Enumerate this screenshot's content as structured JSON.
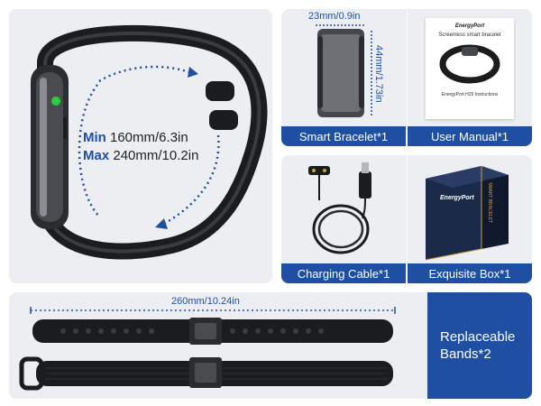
{
  "main": {
    "min_label": "Min",
    "min_value": "160mm/6.3in",
    "max_label": "Max",
    "max_value": "240mm/10.2in"
  },
  "bracelet": {
    "width_dim": "23mm/0.9in",
    "height_dim": "44mm/1.73in",
    "label": "Smart Bracelet*1"
  },
  "manual": {
    "brand": "EnergyPort",
    "subtitle": "Screenless smart bracelet",
    "footer": "EnergyPort H29 Instructions",
    "label": "User Manual*1"
  },
  "cable": {
    "label": "Charging Cable*1"
  },
  "box": {
    "brand": "EnergyPort",
    "side_text": "SMART BRACELET",
    "label": "Exquisite Box*1"
  },
  "bands": {
    "length_dim": "260mm/10.24in",
    "label_line1": "Replaceable",
    "label_line2": "Bands*2"
  },
  "colors": {
    "accent": "#1e4fa3",
    "panel": "#eceef1",
    "band": "#1b1c1e"
  }
}
